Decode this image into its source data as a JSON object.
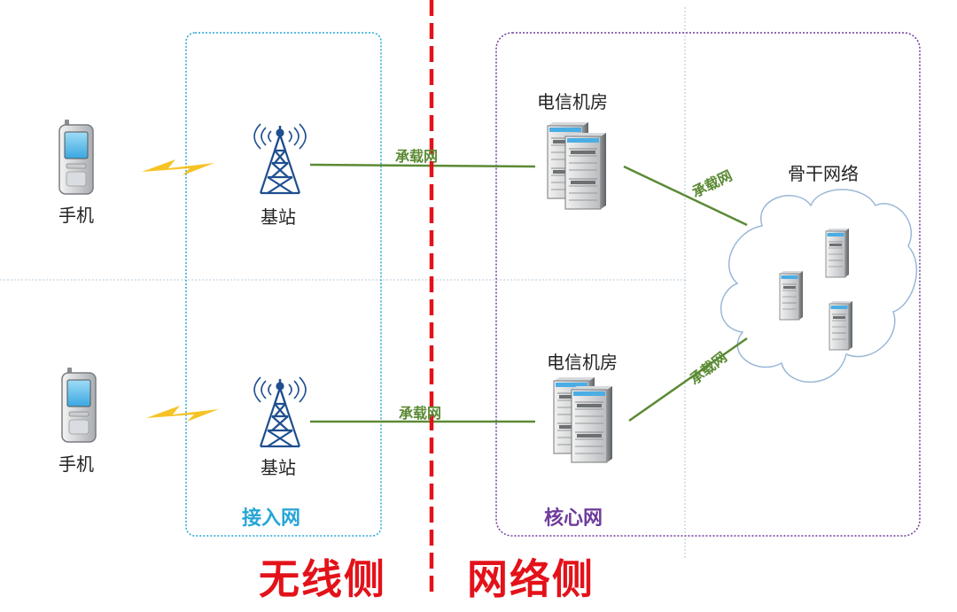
{
  "devices": {
    "phone_label": "手机",
    "base_station_label": "基站",
    "datacenter_label": "电信机房",
    "backbone_label": "骨干网络"
  },
  "links": {
    "bearer_label": "承载网"
  },
  "regions": {
    "access_network": "接入网",
    "core_network": "核心网"
  },
  "sides": {
    "wireless": "无线侧",
    "network": "网络侧"
  },
  "colors": {
    "divider_red": "#e3121a",
    "access_blue": "#26a6d8",
    "core_purple": "#6f3c9b",
    "link_green": "#5b8a34",
    "tower_blue": "#1f4f8f",
    "lightning": "#f5b800"
  }
}
